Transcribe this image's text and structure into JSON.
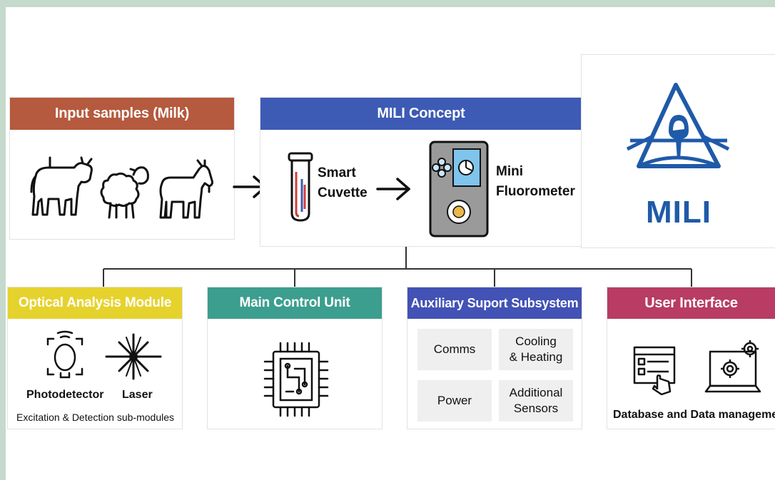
{
  "input": {
    "title": "Input samples (Milk)"
  },
  "concept": {
    "title": "MILI Concept",
    "cuvette_label": [
      "Smart",
      "Cuvette"
    ],
    "fluorometer_label": [
      "Mini",
      "Fluorometer"
    ]
  },
  "logo": {
    "text": "MILI"
  },
  "modules": {
    "optical": {
      "title": "Optical Analysis Module",
      "photodetector": "Photodetector",
      "laser": "Laser",
      "caption": "Excitation & Detection sub-modules"
    },
    "control": {
      "title": "Main Control Unit"
    },
    "aux": {
      "title": "Auxiliary Suport Subsystem",
      "cells": [
        [
          "Comms"
        ],
        [
          "Cooling",
          "& Heating"
        ],
        [
          "Power"
        ],
        [
          "Additional",
          "Sensors"
        ]
      ]
    },
    "ui": {
      "title": "User Interface",
      "caption": "Database and Data management"
    }
  },
  "colors": {
    "input_header": "#b55a3e",
    "concept_header": "#3d5bb5",
    "optical_header": "#e6d22c",
    "control_header": "#3c9e8e",
    "aux_header": "#4252b5",
    "ui_header": "#b83c64",
    "logo_blue": "#1f5aa8"
  }
}
